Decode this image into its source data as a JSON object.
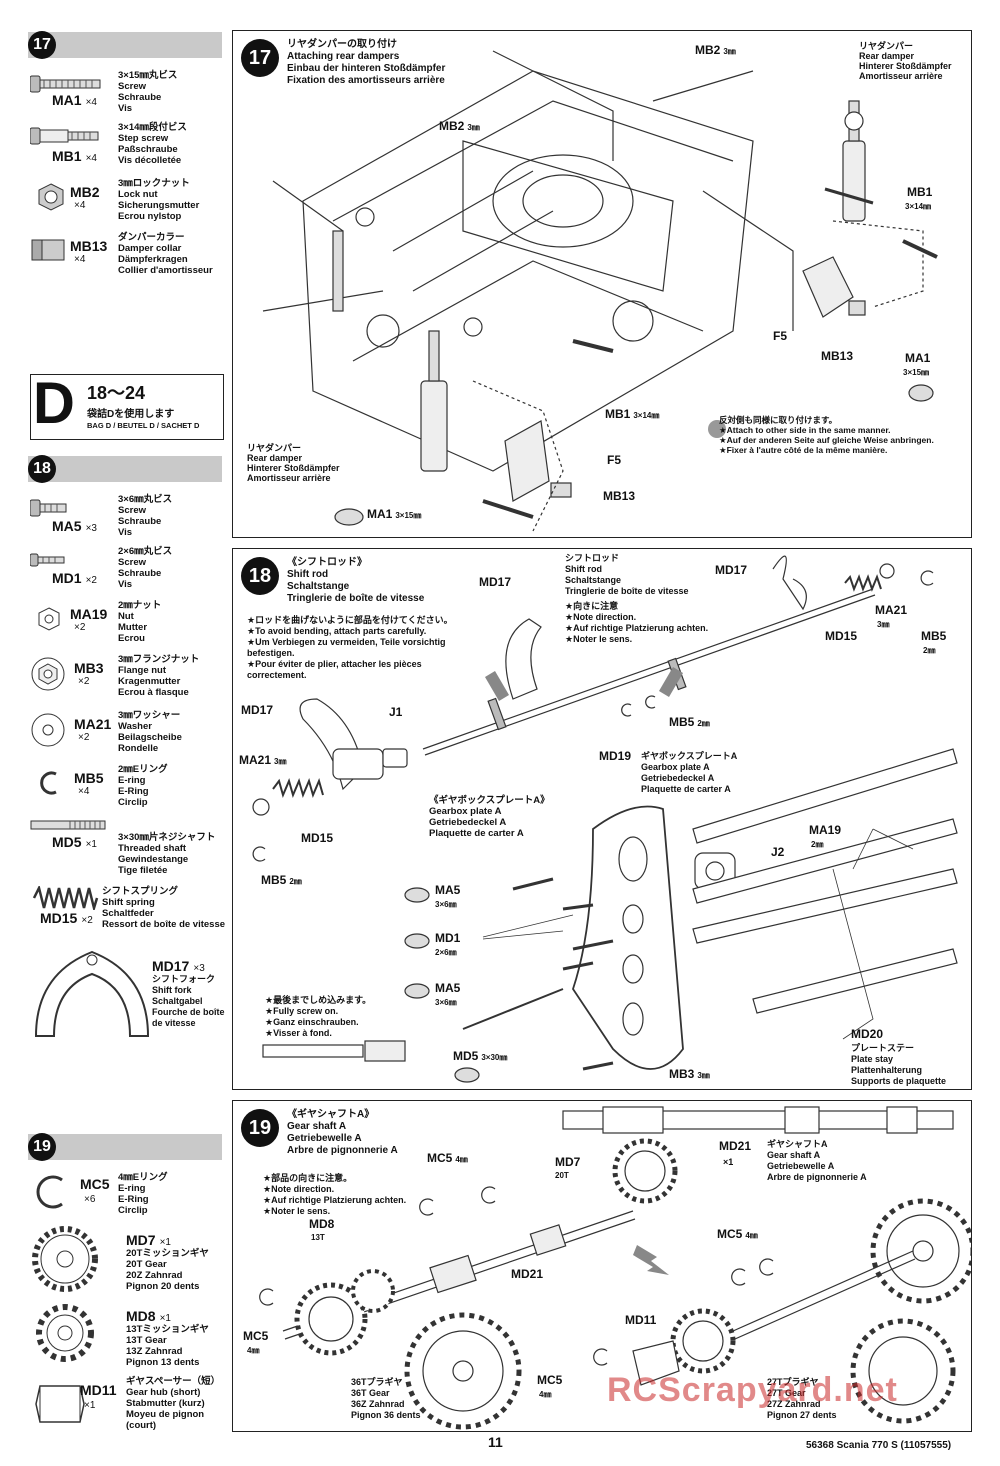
{
  "page_number": "11",
  "footer_code": "56368 Scania 770 S (11057555)",
  "watermark": "RCScrapyard.net",
  "bag_d": {
    "letter": "D",
    "range": "18～24",
    "jp": "袋詰Dを使用します",
    "text": "BAG D / BEUTEL D / SACHET D"
  },
  "sidebar": {
    "step17": {
      "num": "17",
      "parts": [
        {
          "code": "MA1",
          "qty": "×4",
          "desc": "3×15㎜丸ビス\nScrew\nSchraube\nVis"
        },
        {
          "code": "MB1",
          "qty": "×4",
          "desc": "3×14㎜段付ビス\nStep screw\nPaßschraube\nVis décolletée"
        },
        {
          "code": "MB2",
          "qty": "×4",
          "desc": "3㎜ロックナット\nLock nut\nSicherungsmutter\nEcrou nylstop"
        },
        {
          "code": "MB13",
          "qty": "×4",
          "desc": "ダンパーカラー\nDamper collar\nDämpferkragen\nCollier d'amortisseur"
        }
      ]
    },
    "step18": {
      "num": "18",
      "parts": [
        {
          "code": "MA5",
          "qty": "×3",
          "desc": "3×6㎜丸ビス\nScrew\nSchraube\nVis"
        },
        {
          "code": "MD1",
          "qty": "×2",
          "desc": "2×6㎜丸ビス\nScrew\nSchraube\nVis"
        },
        {
          "code": "MA19",
          "qty": "×2",
          "desc": "2㎜ナット\nNut\nMutter\nEcrou"
        },
        {
          "code": "MB3",
          "qty": "×2",
          "desc": "3㎜フランジナット\nFlange nut\nKragenmutter\nEcrou à flasque"
        },
        {
          "code": "MA21",
          "qty": "×2",
          "desc": "3㎜ワッシャー\nWasher\nBeilagscheibe\nRondelle"
        },
        {
          "code": "MB5",
          "qty": "×4",
          "desc": "2㎜Eリング\nE-ring\nE-Ring\nCirclip"
        },
        {
          "code": "MD5",
          "qty": "×1",
          "desc": "3×30㎜片ネジシャフト\nThreaded shaft\nGewindestange\nTige filetée"
        },
        {
          "code": "MD15",
          "qty": "×2",
          "desc": "シフトスプリング\nShift spring\nSchaltfeder\nRessort de boîte de vitesse"
        },
        {
          "code": "MD17",
          "qty": "×3",
          "desc": "シフトフォーク\nShift fork\nSchaltgabel\nFourche de boîte\nde vitesse"
        }
      ]
    },
    "step19": {
      "num": "19",
      "parts": [
        {
          "code": "MC5",
          "qty": "×6",
          "desc": "4㎜Eリング\nE-ring\nE-Ring\nCirclip"
        },
        {
          "code": "MD7",
          "qty": "×1",
          "desc": "20Tミッションギヤ\n20T Gear\n20Z Zahnrad\nPignon 20 dents"
        },
        {
          "code": "MD8",
          "qty": "×1",
          "desc": "13Tミッションギヤ\n13T Gear\n13Z Zahnrad\nPignon 13 dents"
        },
        {
          "code": "MD11",
          "qty": "×1",
          "desc": "ギヤスペーサー（短）\nGear hub (short)\nStabmutter (kurz)\nMoyeu de pignon\n(court)"
        }
      ]
    }
  },
  "panel17": {
    "num": "17",
    "title": "リヤダンパーの取り付け\nAttaching rear dampers\nEinbau der hinteren Stoßdämpfer\nFixation des amortisseurs arrière",
    "rear_damper_right": "リヤダンパー\nRear damper\nHinterer Stoßdämpfer\nAmortisseur arrière",
    "rear_damper_left": "リヤダンパー\nRear damper\nHinterer Stoßdämpfer\nAmortisseur arrière",
    "note": "反対側も同様に取り付けます。\n★Attach to other side in the same manner.\n★Auf der anderen Seite auf gleiche Weise anbringen.\n★Fixer à l'autre côté de la même manière.",
    "labels": {
      "mb2_top": "MB2",
      "mb2_top_size": "3㎜",
      "mb2_left": "MB2",
      "mb2_left_size": "3㎜",
      "mb1_right": "MB1",
      "mb1_right_size": "3×14㎜",
      "f5_right": "F5",
      "mb13_right": "MB13",
      "ma1_right": "MA1",
      "ma1_right_size": "3×15㎜",
      "mb1_mid": "MB1",
      "mb1_mid_size": "3×14㎜",
      "f5_left": "F5",
      "mb13_left": "MB13",
      "ma1_left": "MA1",
      "ma1_left_size": "3×15㎜"
    }
  },
  "panel18": {
    "num": "18",
    "title": "《シフトロッド》\nShift rod\nSchaltstange\nTringlerie de boîte de vitesse",
    "caution": "★ロッドを曲げないように部品を付けてください。\n★To avoid bending, attach parts carefully.\n★Um Verbiegen zu vermeiden, Teile vorsichtig befestigen.\n★Pour éviter de plier, attacher les pièces correctement.",
    "shift_rod_label": "シフトロッド\nShift rod\nSchaltstange\nTringlerie de boîte de vitesse",
    "direction_note": "★向きに注意\n★Note direction.\n★Auf richtige Platzierung achten.\n★Noter le sens.",
    "gearbox_plate_title": "《ギヤボックスプレートA》\nGearbox plate A\nGetriebedeckel A\nPlaquette de carter A",
    "md19_desc": "ギヤボックスプレートA\nGearbox plate A\nGetriebedeckel A\nPlaquette de carter A",
    "fully_screw": "★最後までしめ込みます。\n★Fully screw on.\n★Ganz einschrauben.\n★Visser à fond.",
    "md20_desc": "プレートステー\nPlate stay\nPlattenhalterung\nSupports de plaquette",
    "labels": {
      "md17_a": "MD17",
      "md17_b": "MD17",
      "md17_c": "MD17",
      "md15_a": "MD15",
      "md15_b": "MD15",
      "ma21_a": "MA21",
      "ma21_a_size": "3㎜",
      "ma21_b": "MA21",
      "ma21_b_size": "3㎜",
      "mb5_a": "MB5",
      "mb5_a_size": "2㎜",
      "mb5_b": "MB5",
      "mb5_b_size": "2㎜",
      "mb5_c": "MB5",
      "mb5_c_size": "2㎜",
      "j1": "J1",
      "j2": "J2",
      "md19": "MD19",
      "ma19": "MA19",
      "ma19_size": "2㎜",
      "ma5_a": "MA5",
      "ma5_a_size": "3×6㎜",
      "md1": "MD1",
      "md1_size": "2×6㎜",
      "ma5_b": "MA5",
      "ma5_b_size": "3×6㎜",
      "md5": "MD5",
      "md5_size": "3×30㎜",
      "mb3": "MB3",
      "mb3_size": "3㎜",
      "md20": "MD20"
    }
  },
  "panel19": {
    "num": "19",
    "title": "《ギヤシャフトA》\nGear shaft A\nGetriebewelle A\nArbre de pignonnerie A",
    "orientation_note": "★部品の向きに注意。\n★Note direction.\n★Auf richtige Platzierung achten.\n★Noter le sens.",
    "md21_desc": "ギヤシャフトA\nGear shaft A\nGetriebewelle A\nArbre de pignonnerie A",
    "gear36_desc": "36Tプラギヤ\n36T Gear\n36Z Zahnrad\nPignon 36 dents",
    "gear27_desc": "27Tプラギヤ\n27T Gear\n27Z Zahnrad\nPignon 27 dents",
    "labels": {
      "md21": "MD21",
      "md21_qty": "×1",
      "mc5_a": "MC5",
      "mc5_a_size": "4㎜",
      "md7": "MD7",
      "md7_teeth": "20T",
      "md8": "MD8",
      "md8_teeth": "13T",
      "md21_b": "MD21",
      "mc5_b": "MC5",
      "mc5_b_size": "4㎜",
      "mc5_c": "MC5",
      "mc5_c_size": "4㎜",
      "md11": "MD11",
      "mc5_d": "MC5",
      "mc5_d_size": "4㎜"
    }
  }
}
